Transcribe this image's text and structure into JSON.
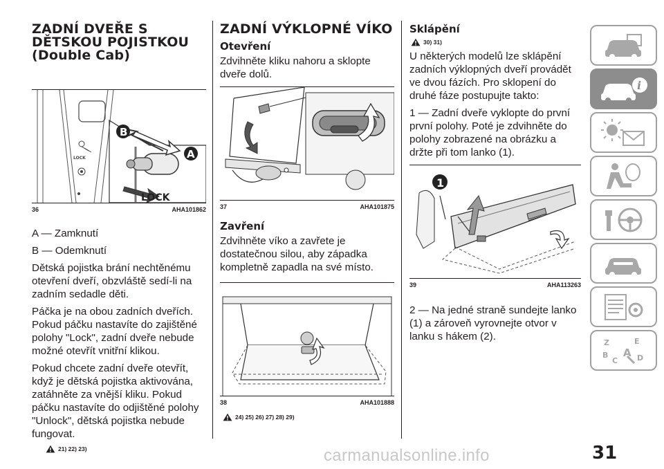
{
  "col1": {
    "heading": "ZADNÍ DVEŘE S DĚTSKOU POJISTKOU (Double Cab)",
    "fig_number": "36",
    "fig_code": "AHA101862",
    "fig_labels": {
      "a": "A",
      "b": "B",
      "lock": "LOCK",
      "lock_small": "LOCK"
    },
    "paragraphs": [
      "A — Zamknutí",
      "B — Odemknutí",
      "Dětská pojistka brání nechtěnému otevření dveří, obzvláště sedí-li na zadním sedadle děti.",
      "Páčka je na obou zadních dveřích. Pokud páčku nastavíte do zajištěné polohy \"Lock\", zadní dveře nebude možné otevřít vnitřní klikou.",
      "Pokud chcete zadní dveře otevřít, když je dětská pojistka aktivována, zatáhněte za vnější kliku. Pokud páčku nastavíte do odjištěné polohy \"Unlock\", dětská pojistka nebude fungovat."
    ],
    "warn_refs": "21) 22) 23)"
  },
  "col2": {
    "heading": "ZADNÍ VÝKLOPNÉ VÍKO",
    "sub1": "Otevření",
    "p1": "Zdvihněte kliku nahoru a sklopte dveře dolů.",
    "fig37_number": "37",
    "fig37_code": "AHA101875",
    "sub2": "Zavření",
    "p2": "Zdvihněte víko a zavřete je dostatečnou silou, aby západka kompletně zapadla na své místo.",
    "fig38_number": "38",
    "fig38_code": "AHA101888",
    "warn_refs": "24) 25) 26) 27) 28) 29)"
  },
  "col3": {
    "sub": "Sklápění",
    "warn_refs": "30) 31)",
    "paragraphs": [
      "U některých modelů lze sklápění zadních výklopných dveří provádět ve dvou fázích. Pro sklopení do druhé fáze postupujte takto:",
      "1 — Zadní dveře vyklopte do první první polohy. Poté je zdvihněte do polohy zobrazené na obrázku a držte při tom lanko (1)."
    ],
    "fig39_number": "39",
    "fig39_code": "AHA113263",
    "fig39_label": "1",
    "p_after": "2 — Na jedné straně sundejte lanko (1) a zároveň vyrovnejte otvor v lanku s hákem (2)."
  },
  "sidebar": {
    "tabs": [
      {
        "icon": "car-dashboard-icon"
      },
      {
        "icon": "car-info-icon",
        "active": true
      },
      {
        "icon": "warning-lights-icon"
      },
      {
        "icon": "airbag-seat-icon"
      },
      {
        "icon": "steering-wheel-icon"
      },
      {
        "icon": "car-maintenance-icon"
      },
      {
        "icon": "specifications-icon"
      },
      {
        "icon": "index-abc-icon",
        "letters": [
          "Z",
          "E",
          "B",
          "C",
          "A",
          "D"
        ]
      }
    ],
    "info_letter": "i"
  },
  "page_number": "31",
  "watermark": "carmanualsonline.info",
  "colors": {
    "text": "#231f20",
    "tab_border": "#a0a0a0",
    "tab_active": "#8d8d8d",
    "watermark": "#c8c8c8"
  }
}
